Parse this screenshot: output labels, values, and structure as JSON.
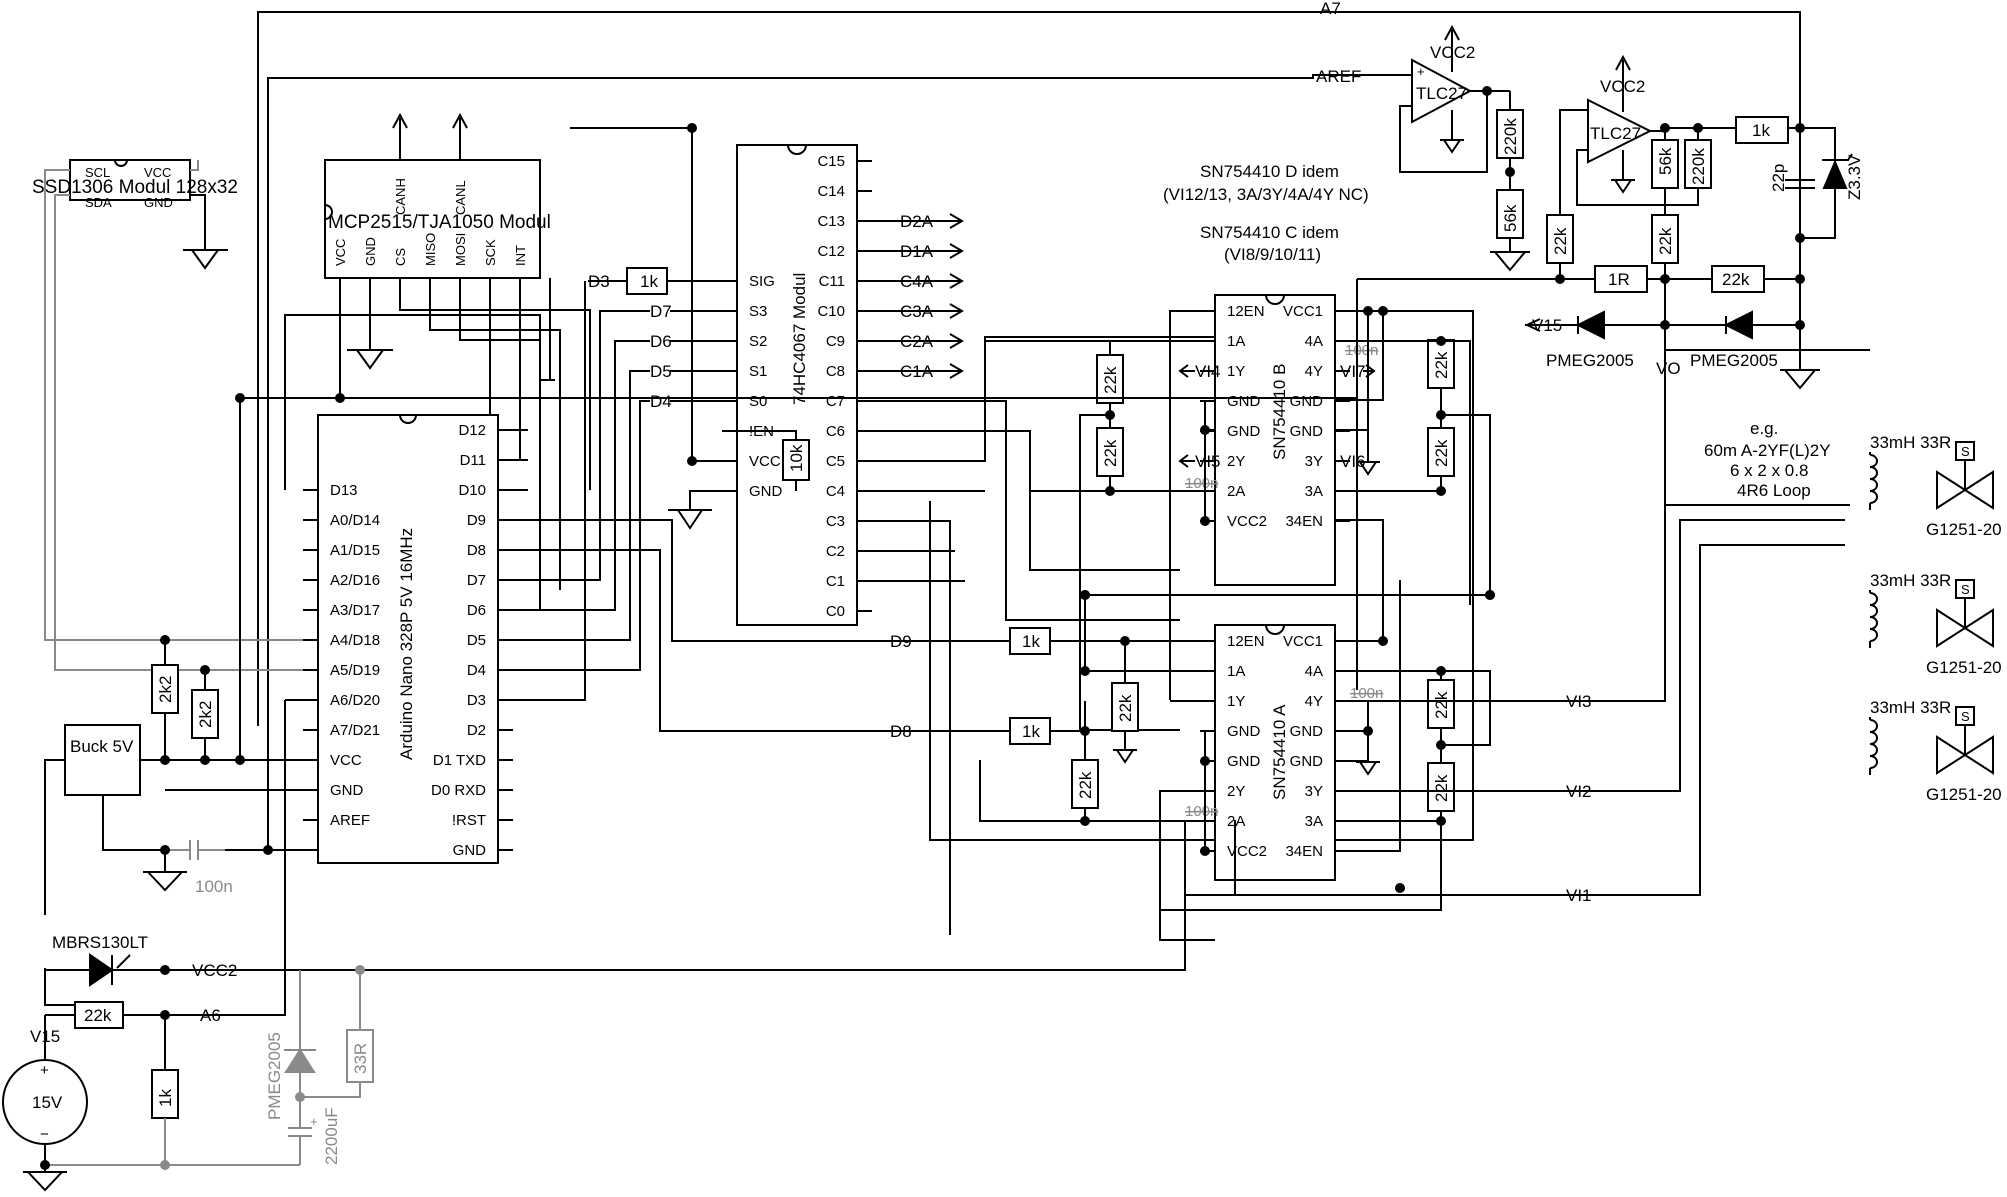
{
  "modules": {
    "ssd1306": {
      "name": "SSD1306 Modul 128x32",
      "pins": [
        "SCL",
        "VCC",
        "SDA",
        "GND"
      ]
    },
    "mcp2515": {
      "name": "MCP2515/TJA1050 Modul",
      "pins": [
        "VCC",
        "GND",
        "CS",
        "MISO",
        "SCK",
        "INT"
      ],
      "pins_rot": [
        "CANH",
        "MOSI",
        "CANL"
      ]
    },
    "nano": {
      "name": "Arduino Nano 328P 5V 16MHz",
      "left": [
        "D13",
        "A0/D14",
        "A1/D15",
        "A2/D16",
        "A3/D17",
        "A4/D18",
        "A5/D19",
        "A6/D20",
        "A7/D21",
        "VCC",
        "GND",
        "AREF"
      ],
      "right": [
        "D12",
        "D11",
        "D10",
        "D9",
        "D8",
        "D7",
        "D6",
        "D5",
        "D4",
        "D3",
        "D2",
        "D1 TXD",
        "D0 RXD",
        "!RST",
        "GND"
      ]
    },
    "mux": {
      "name": "74HC4067 Modul",
      "left": [
        "SIG",
        "S3",
        "S2",
        "S1",
        "S0",
        "!EN",
        "VCC",
        "GND"
      ],
      "right": [
        "C15",
        "C14",
        "C13",
        "C12",
        "C11",
        "C10",
        "C9",
        "C8",
        "C7",
        "C6",
        "C5",
        "C4",
        "C3",
        "C2",
        "C1",
        "C0"
      ]
    },
    "drv_b": {
      "name": "SN754410 B",
      "left": [
        "12EN",
        "1A",
        "1Y",
        "GND",
        "GND",
        "2Y",
        "2A",
        "VCC2"
      ],
      "right": [
        "VCC1",
        "4A",
        "4Y",
        "GND",
        "GND",
        "3Y",
        "3A",
        "34EN"
      ]
    },
    "drv_a": {
      "name": "SN754410 A",
      "left": [
        "12EN",
        "1A",
        "1Y",
        "GND",
        "GND",
        "2Y",
        "2A",
        "VCC2"
      ],
      "right": [
        "VCC1",
        "4A",
        "4Y",
        "GND",
        "GND",
        "3Y",
        "3A",
        "34EN"
      ]
    }
  },
  "notes": {
    "drv_d_1": "SN754410 D idem",
    "drv_d_2": "(VI12/13, 3A/3Y/4A/4Y NC)",
    "drv_c_1": "SN754410 C idem",
    "drv_c_2": "(VI8/9/10/11)",
    "cable_1": "e.g.",
    "cable_2": "60m A-2YF(L)2Y",
    "cable_3": "6 x 2 x 0.8",
    "cable_4": "4R6 Loop"
  },
  "nets": {
    "a7": "A7",
    "aref": "AREF",
    "vcc2": "VCC2",
    "a6": "A6",
    "vo": "VO",
    "v15": "V15",
    "d3": "D3",
    "d7": "D7",
    "d6": "D6",
    "d5": "D5",
    "d4": "D4",
    "d9": "D9",
    "d8": "D8",
    "d2a": "D2A",
    "d1a": "D1A",
    "c4a": "C4A",
    "c3a": "C3A",
    "c2a": "C2A",
    "c1a": "C1A",
    "vi4": "VI4",
    "vi5": "VI5",
    "vi6": "VI6",
    "vi7": "VI7",
    "vi1": "VI1",
    "vi2": "VI2",
    "vi3": "VI3"
  },
  "parts": {
    "opamp": "TLC27",
    "r1k": "1k",
    "r10k": "10k",
    "r22k": "22k",
    "r2k2": "2k2",
    "r220k": "220k",
    "r56k": "56k",
    "r1r": "1R",
    "r33r": "33R",
    "c100n": "100n",
    "c22p": "22p",
    "c2200": "2200uF",
    "zener": "Z3.3V",
    "pmeg": "PMEG2005",
    "mbrs": "MBRS130LT",
    "buck": "Buck 5V",
    "src": "15V",
    "coil": "33mH 33R",
    "valve": "G1251-20",
    "valve_sym": "S",
    "plus": "+",
    "minus": "−"
  },
  "colors": {
    "ink": "#000000",
    "muted": "#8a8a8a",
    "paper": "#ffffff"
  }
}
